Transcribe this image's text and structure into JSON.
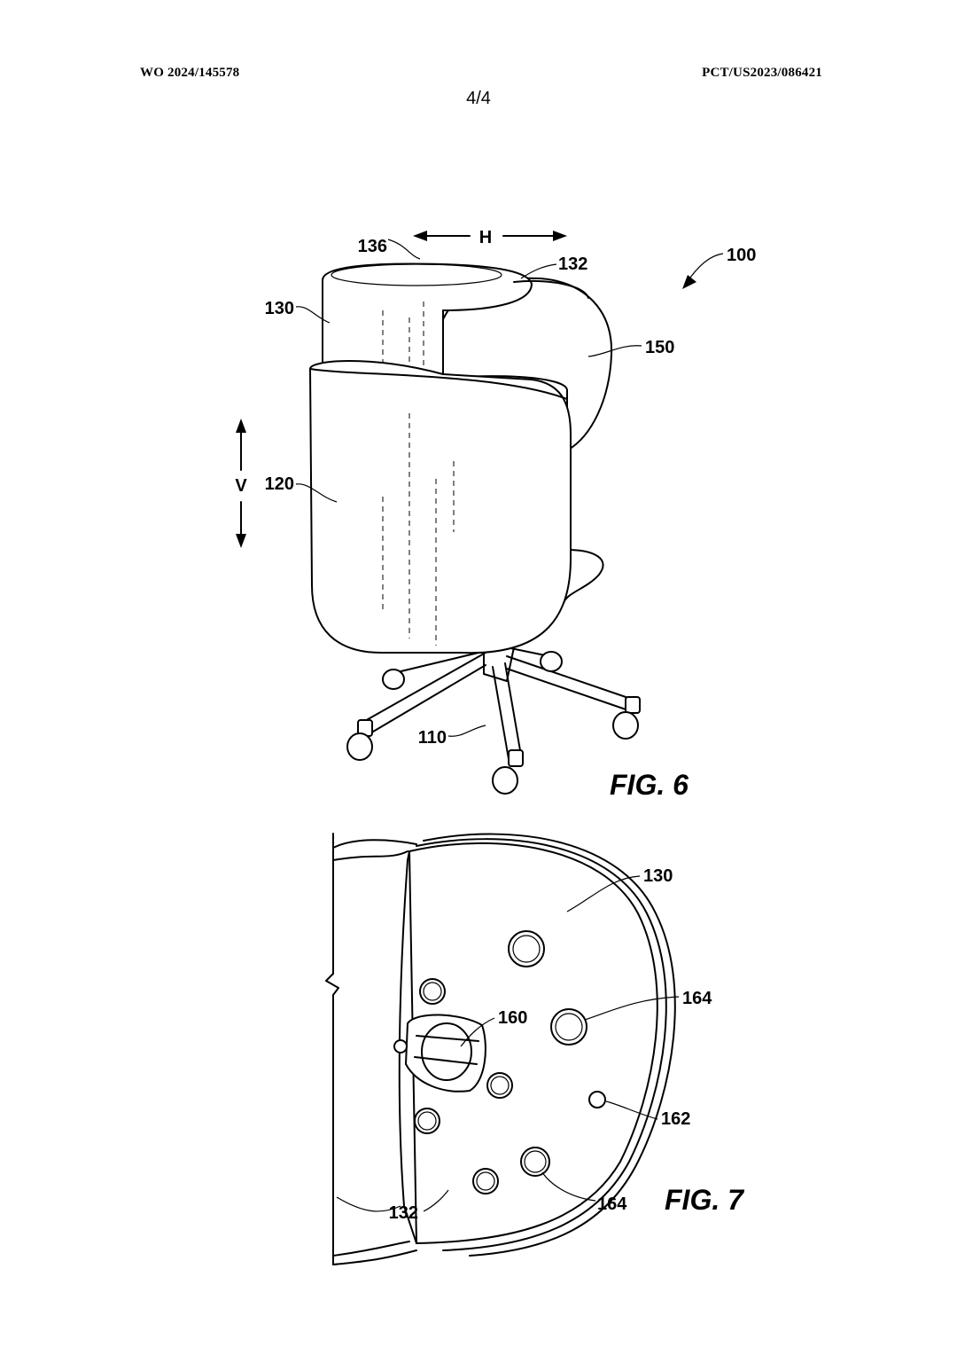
{
  "header": {
    "publication_number": "WO 2024/145578",
    "application_number": "PCT/US2023/086421",
    "sheet": "4/4"
  },
  "figure6": {
    "caption": "FIG. 6",
    "labels": {
      "assembly": "100",
      "base": "110",
      "outer_shell": "120",
      "inner_shell": "130",
      "top_edge": "132",
      "opening": "136",
      "side_panel": "150",
      "horizontal": "H",
      "vertical": "V"
    }
  },
  "figure7": {
    "caption": "FIG. 7",
    "labels": {
      "panel": "130",
      "edge": "132",
      "connector": "160",
      "small_hole": "162",
      "large_hole_top": "164",
      "large_hole_bottom": "164"
    }
  }
}
